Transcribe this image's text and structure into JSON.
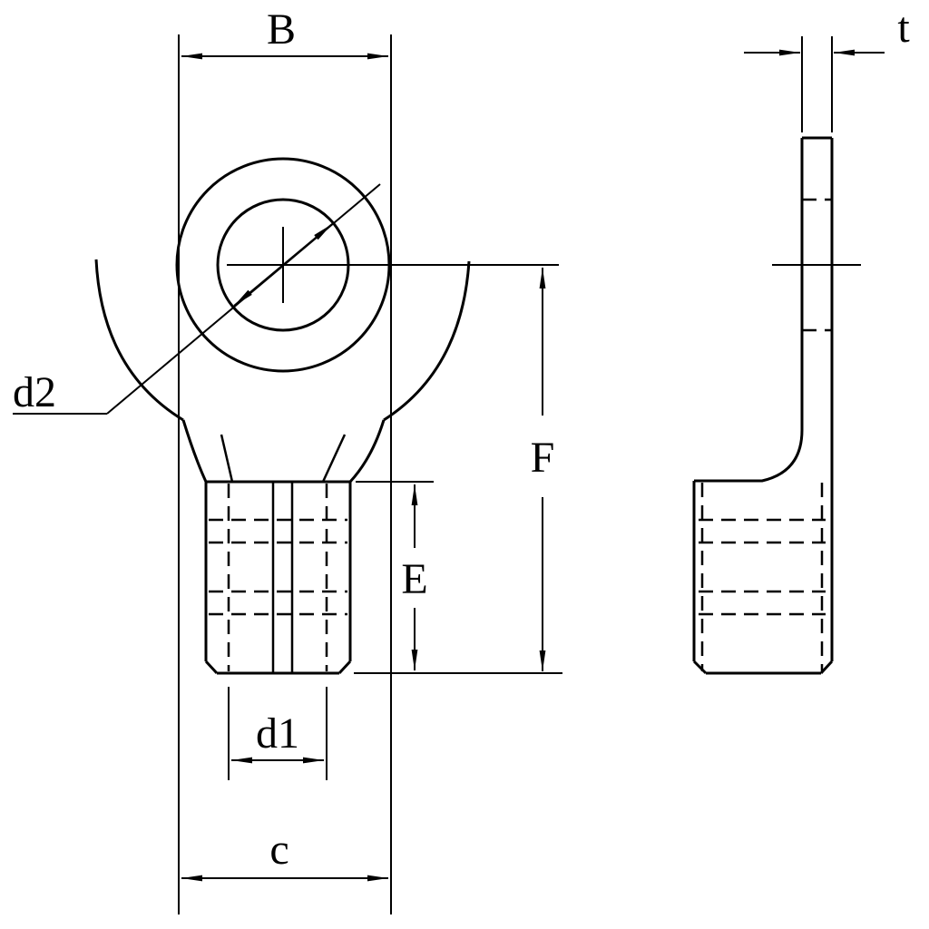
{
  "drawing": {
    "background": "#ffffff",
    "line_color": "#000000",
    "labels": {
      "B": "B",
      "t": "t",
      "d2": "d2",
      "F": "F",
      "E": "E",
      "d1": "d1",
      "c": "c"
    }
  }
}
